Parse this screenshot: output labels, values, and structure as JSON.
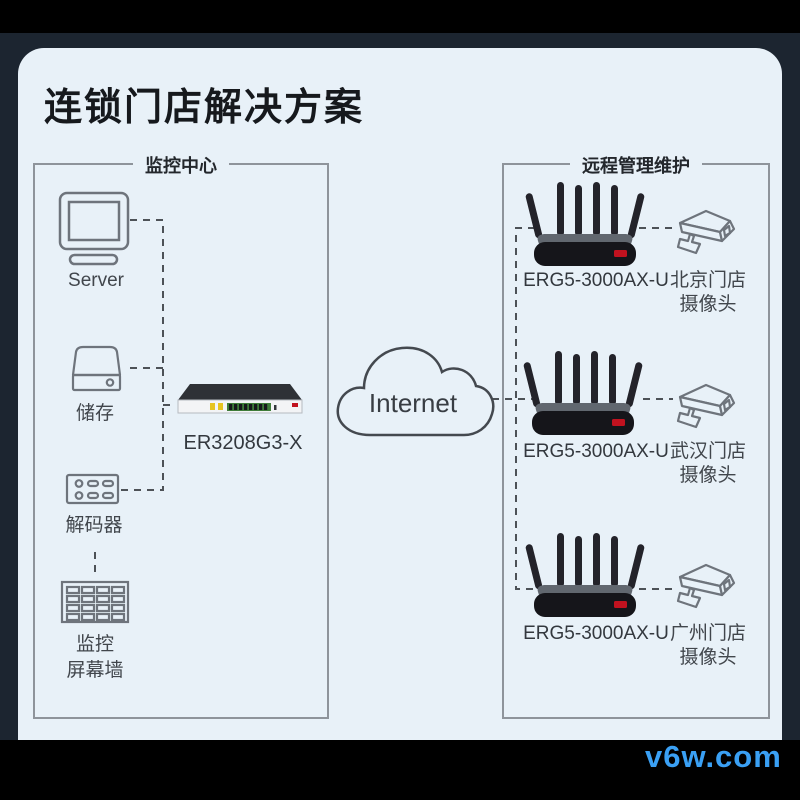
{
  "title": "连锁门店解决方案",
  "monitoring_center": {
    "label": "监控中心",
    "server_label": "Server",
    "storage_label": "储存",
    "decoder_label": "解码器",
    "wall_label_line1": "监控",
    "wall_label_line2": "屏幕墙",
    "router_model": "ER3208G3-X"
  },
  "internet_label": "Internet",
  "remote": {
    "label": "远程管理维护",
    "sites": [
      {
        "router_model": "ERG5-3000AX-U",
        "store_line1": "北京门店",
        "store_line2": "摄像头"
      },
      {
        "router_model": "ERG5-3000AX-U",
        "store_line1": "武汉门店",
        "store_line2": "摄像头"
      },
      {
        "router_model": "ERG5-3000AX-U",
        "store_line1": "广州门店",
        "store_line2": "摄像头"
      }
    ]
  },
  "watermark": "v6w.com",
  "colors": {
    "panel_bg": "#e8f1f8",
    "frame_navy": "#1c2530",
    "frame_black": "#000000",
    "panel_border_gray": "#8e949b",
    "dash_gray": "#4d5257",
    "icon_stroke": "#6e747c",
    "accent_red": "#c1121f",
    "watermark_blue": "#3aa0f4"
  }
}
